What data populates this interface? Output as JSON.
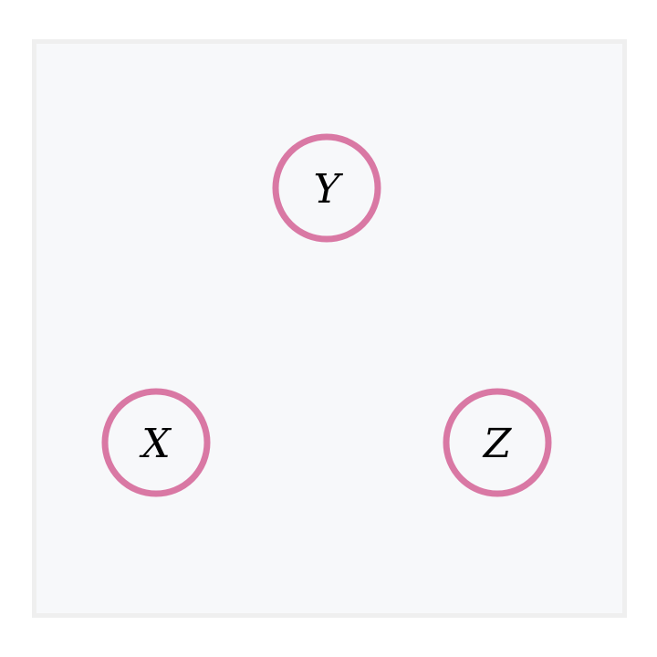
{
  "colors": {
    "background": "#ffffff",
    "panel_fill": "#f7f8fa",
    "panel_border": "#efefef",
    "node_stroke": "#d978a4",
    "node_fill": "#f7f8fa",
    "label": "#000000"
  },
  "nodes": [
    {
      "id": "Y",
      "label": "Y"
    },
    {
      "id": "X",
      "label": "X"
    },
    {
      "id": "Z",
      "label": "Z"
    }
  ]
}
